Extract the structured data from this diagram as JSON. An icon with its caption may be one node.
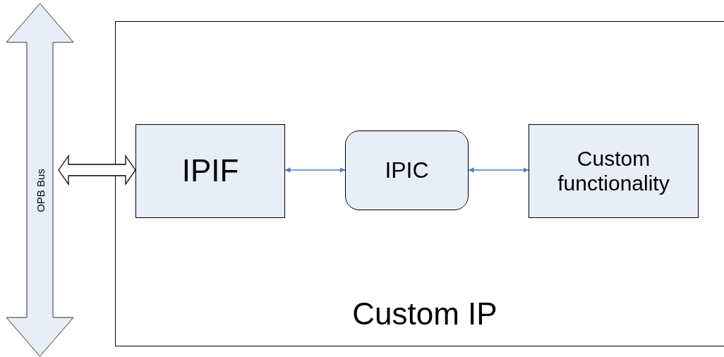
{
  "diagram": {
    "nodes": [
      {
        "text": [
          "OPB Bus"
        ]
      },
      {
        "text": [
          "Custom IP"
        ]
      },
      {
        "text": [
          "IPIF"
        ],
        "in": 1
      },
      {
        "text": [
          "IPIC"
        ],
        "in": 1
      },
      {
        "text": [
          "Custom functionality"
        ],
        "in": 1
      }
    ],
    "edges": [
      {
        "from": 0,
        "to": 2,
        "arrow": "both",
        "style": "thick"
      },
      {
        "from": 2,
        "to": 3,
        "arrow": "both"
      },
      {
        "from": 3,
        "to": 4,
        "arrow": "both"
      }
    ]
  }
}
